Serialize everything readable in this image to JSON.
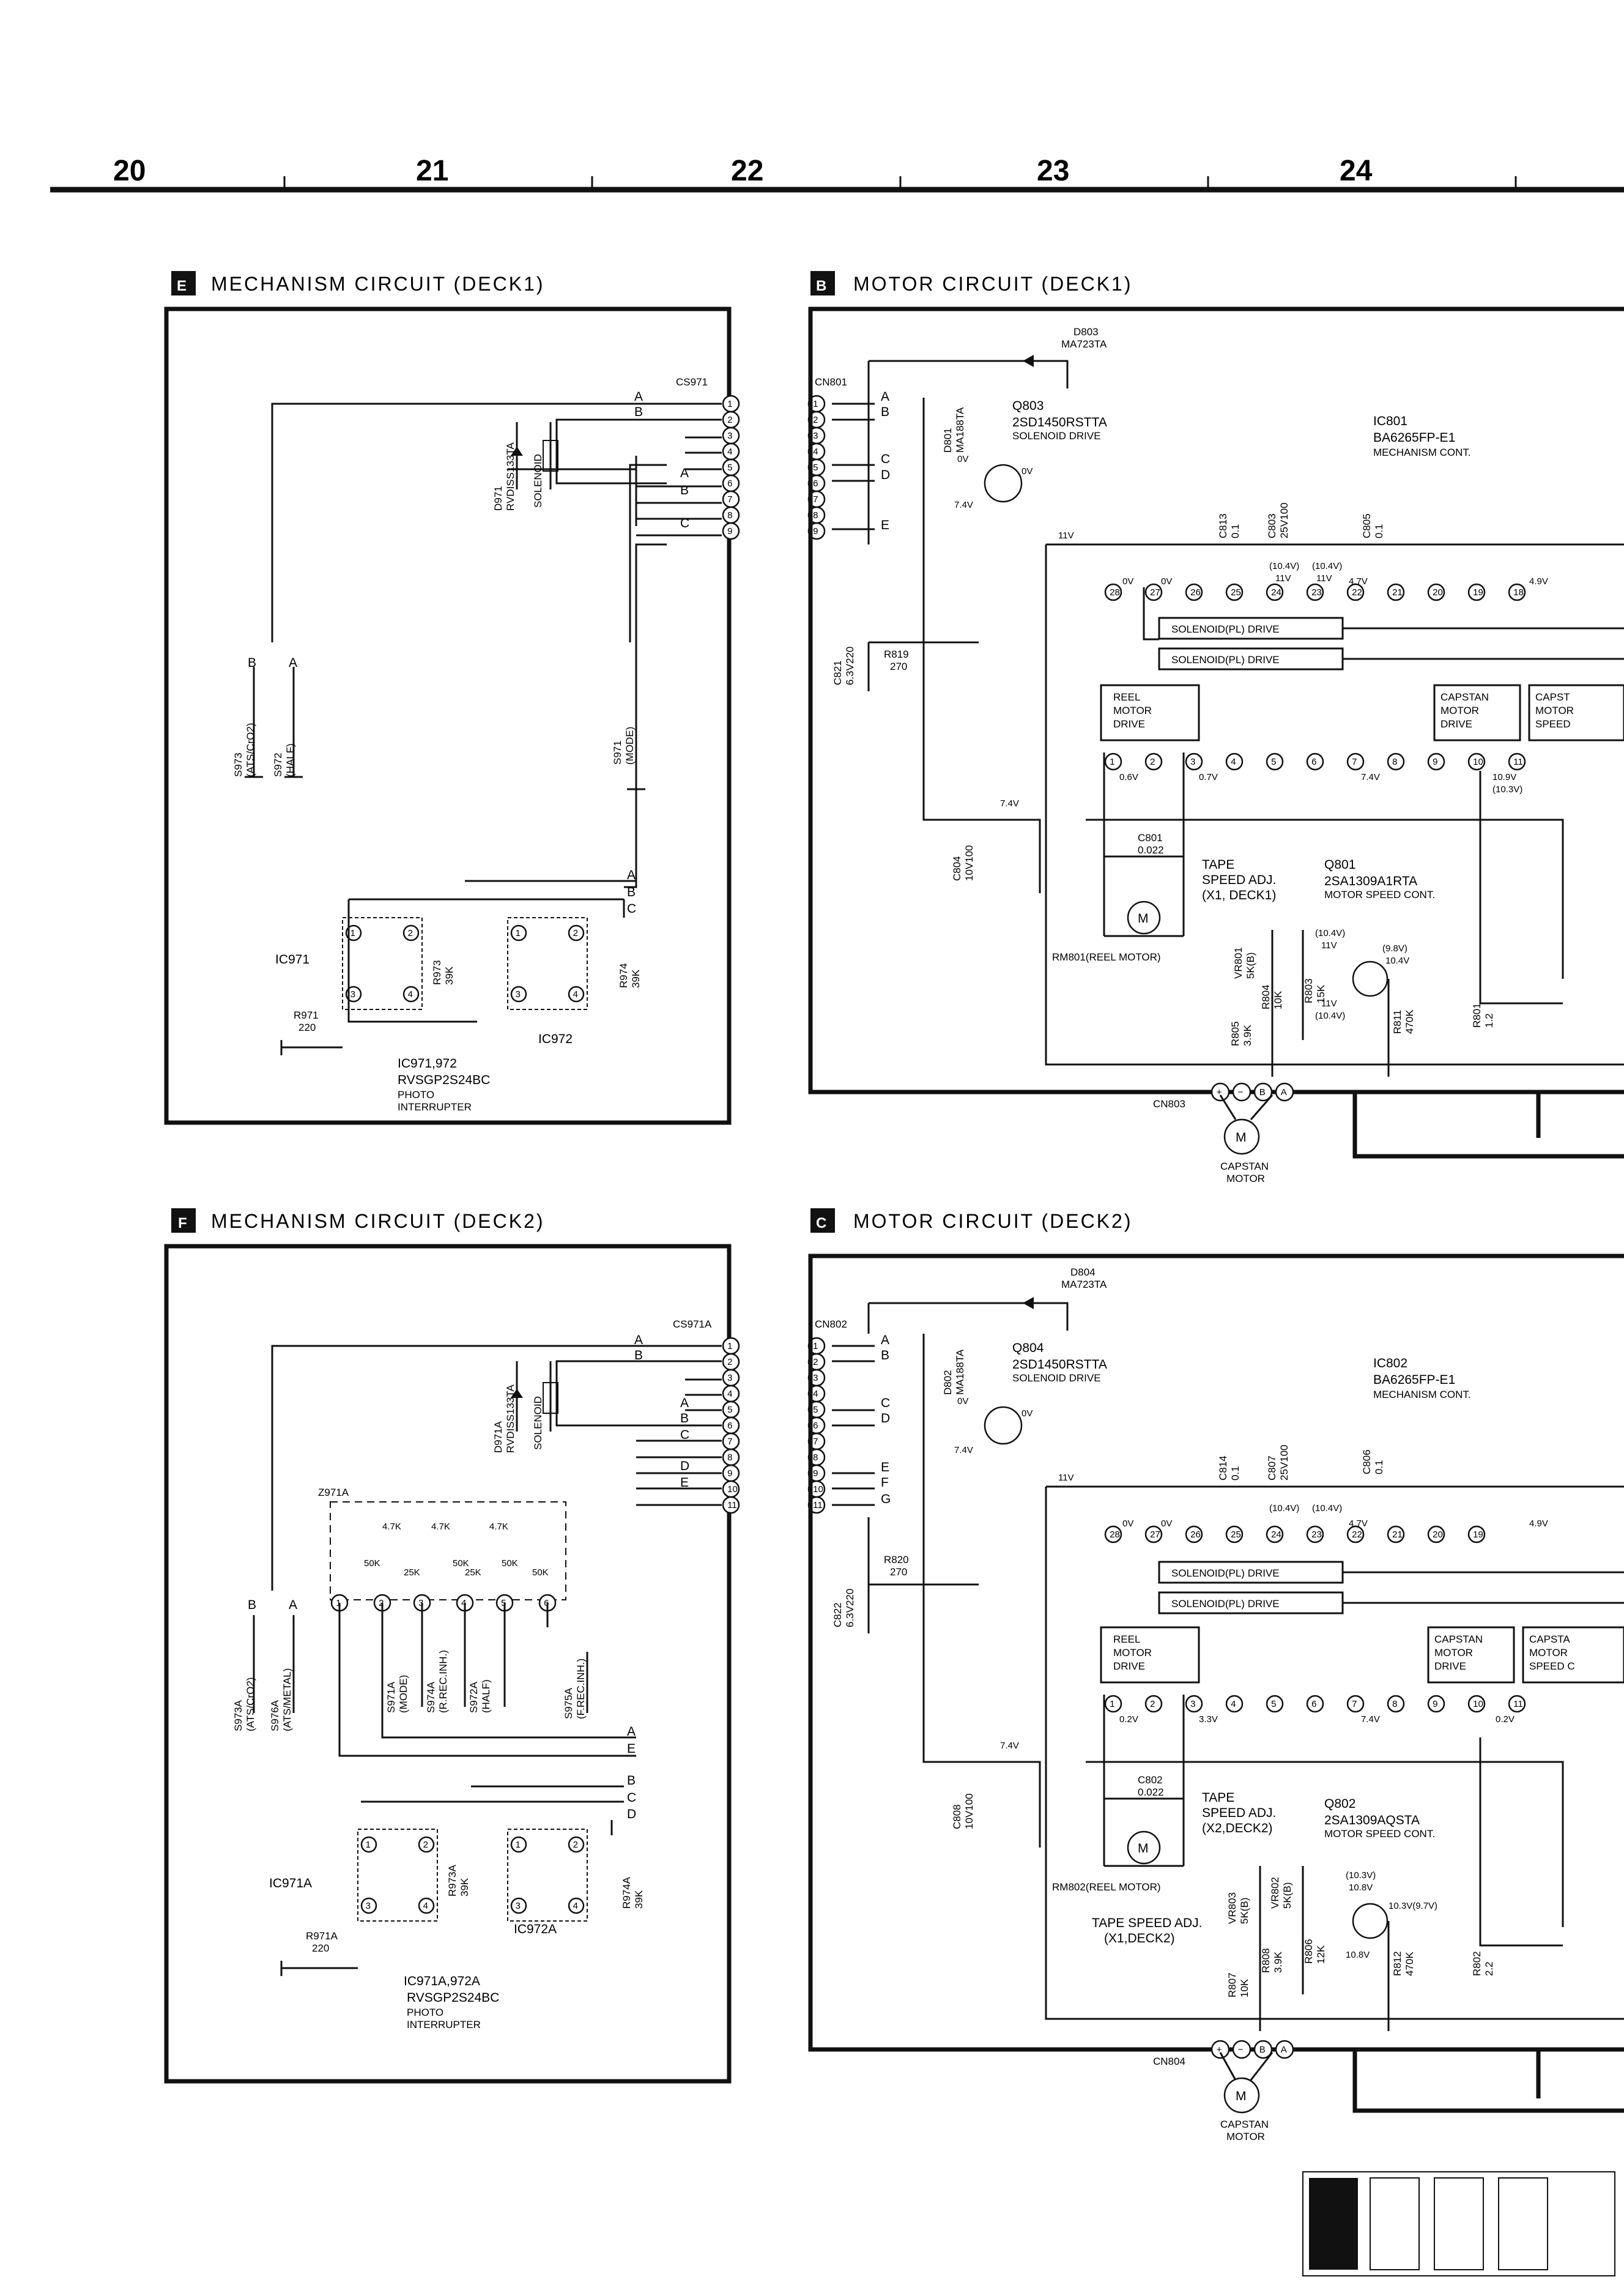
{
  "grid_numbers": [
    "20",
    "21",
    "22",
    "23",
    "24"
  ],
  "sections": {
    "E": {
      "letter": "E",
      "title": "MECHANISM CIRCUIT (DECK1)",
      "connector": "CS971",
      "diode": "D971",
      "diode_part": "RVDISS133TA",
      "solenoid": "SOLENOID",
      "switches": [
        {
          "ref": "S973",
          "func": "(ATS/CrO2)"
        },
        {
          "ref": "S972",
          "func": "(HALF)"
        },
        {
          "ref": "S971",
          "func": "(MODE)"
        }
      ],
      "ic_left": "IC971",
      "ic_right": "IC972",
      "r973": "R973",
      "r973_val": "39K",
      "r974": "R974",
      "r974_val": "39K",
      "r971": "R971",
      "r971_val": "220",
      "ic_caption": "IC971,972",
      "ic_part": "RVSGP2S24BC",
      "ic_desc1": "PHOTO",
      "ic_desc2": "INTERRUPTER"
    },
    "B": {
      "letter": "B",
      "title": "MOTOR CIRCUIT (DECK1)",
      "connector": "CN801",
      "cn_motor": "CN803",
      "d803": "D803",
      "d803_part": "MA723TA",
      "d801": "D801",
      "d801_part": "MA188TA",
      "q803": "Q803",
      "q803_part": "2SD1450RSTTA",
      "q803_desc": "SOLENOID DRIVE",
      "ic": "IC801",
      "ic_part": "BA6265FP-E1",
      "ic_desc": "MECHANISM CONT.",
      "c813": "C813",
      "c813_val": "0.1",
      "c803": "C803",
      "c803_val": "25V100",
      "c805": "C805",
      "c805_val": "0.1",
      "c821": "C821",
      "c821_val": "6.3V220",
      "r819": "R819",
      "r819_val": "270",
      "c804": "C804",
      "c804_val": "10V100",
      "c801": "C801",
      "c801_val": "0.022",
      "tape_adj1": "TAPE",
      "tape_adj2": "SPEED ADJ.",
      "tape_adj3": "(X1, DECK1)",
      "q801": "Q801",
      "q801_part": "2SA1309A1RTA",
      "q801_desc": "MOTOR SPEED CONT.",
      "reel_motor": "RM801(REEL MOTOR)",
      "vr801": "VR801",
      "vr801_val": "5K(B)",
      "r804": "R804",
      "r804_val": "10K",
      "r803": "R803",
      "r803_val": "15K",
      "r805": "R805",
      "r805_val": "3.9K",
      "r811": "R811",
      "r811_val": "470K",
      "r801": "R801",
      "r801_val": "1.2",
      "solenoid1": "SOLENOID(PL) DRIVE",
      "solenoid2": "SOLENOID(PL) DRIVE",
      "reel_drive": [
        "REEL",
        "MOTOR",
        "DRIVE"
      ],
      "capstan_drive": [
        "CAPSTAN",
        "MOTOR",
        "DRIVE"
      ],
      "capstan_speed": [
        "CAPST",
        "MOTOR",
        "SPEED"
      ],
      "capstan_motor": [
        "CAPSTAN",
        "MOTOR"
      ],
      "v_11v": "11V",
      "v_74": "7.4V",
      "v_0v": "0V",
      "v_06": "0.6V",
      "v_07": "0.7V",
      "v_109": "10.9V",
      "v_103": "(10.3V)",
      "v_104a": "(10.4V)",
      "v_104b": "(10.4V)",
      "v_47": "4.7V",
      "v_49": "4.9V",
      "v_98": "(9.8V)",
      "v_104": "10.4V",
      "v_11": "11V",
      "v_11b": "11V",
      "v_104c": "(10.4V)",
      "v_104d": "(10.4V)"
    },
    "F": {
      "letter": "F",
      "title": "MECHANISM CIRCUIT (DECK2)",
      "connector": "CS971A",
      "diode": "D971A",
      "diode_part": "RVDISS133TA",
      "solenoid": "SOLENOID",
      "z_ref": "Z971A",
      "z_values": [
        "50K",
        "4.7K",
        "25K",
        "4.7K",
        "50K",
        "25K",
        "4.7K",
        "50K",
        "50K"
      ],
      "switches": [
        {
          "ref": "S973A",
          "func": "(ATS/CrO2)"
        },
        {
          "ref": "S976A",
          "func": "(ATS/METAL)"
        },
        {
          "ref": "S971A",
          "func": "(MODE)"
        },
        {
          "ref": "S974A",
          "func": "(R.REC.INH.)"
        },
        {
          "ref": "S972A",
          "func": "(HALF)"
        },
        {
          "ref": "S975A",
          "func": "(F.REC.INH.)"
        }
      ],
      "ic_left": "IC971A",
      "ic_right": "IC972A",
      "r973": "R973A",
      "r973_val": "39K",
      "r974": "R974A",
      "r974_val": "39K",
      "r971": "R971A",
      "r971_val": "220",
      "ic_caption": "IC971A,972A",
      "ic_part": "RVSGP2S24BC",
      "ic_desc1": "PHOTO",
      "ic_desc2": "INTERRUPTER"
    },
    "C": {
      "letter": "C",
      "title": "MOTOR CIRCUIT (DECK2)",
      "connector": "CN802",
      "cn_motor": "CN804",
      "d804": "D804",
      "d804_part": "MA723TA",
      "d802": "D802",
      "d802_part": "MA188TA",
      "q804": "Q804",
      "q804_part": "2SD1450RSTTA",
      "q804_desc": "SOLENOID DRIVE",
      "ic": "IC802",
      "ic_part": "BA6265FP-E1",
      "ic_desc": "MECHANISM CONT.",
      "c814": "C814",
      "c814_val": "0.1",
      "c807": "C807",
      "c807_val": "25V100",
      "c806": "C806",
      "c806_val": "0.1",
      "c822": "C822",
      "c822_val": "6.3V220",
      "r820": "R820",
      "r820_val": "270",
      "c808": "C808",
      "c808_val": "10V100",
      "c802": "C802",
      "c802_val": "0.022",
      "tape_adj1": "TAPE",
      "tape_adj2": "SPEED ADJ.",
      "tape_adj3": "(X2,DECK2)",
      "tape_adj4": "TAPE SPEED ADJ.",
      "tape_adj5": "(X1,DECK2)",
      "q802": "Q802",
      "q802_part": "2SA1309AQSTA",
      "q802_desc": "MOTOR SPEED CONT.",
      "reel_motor": "RM802(REEL MOTOR)",
      "vr803": "VR803",
      "vr803_val": "5K(B)",
      "vr802": "VR802",
      "vr802_val": "5K(B)",
      "r807": "R807",
      "r807_val": "10K",
      "r808": "R808",
      "r808_val": "3.9K",
      "r806": "R806",
      "r806_val": "12K",
      "r812": "R812",
      "r812_val": "470K",
      "r802": "R802",
      "r802_val": "2.2",
      "solenoid1": "SOLENOID(PL) DRIVE",
      "solenoid2": "SOLENOID(PL) DRIVE",
      "reel_drive": [
        "REEL",
        "MOTOR",
        "DRIVE"
      ],
      "capstan_drive": [
        "CAPSTAN",
        "MOTOR",
        "DRIVE"
      ],
      "capstan_speed": [
        "CAPSTA",
        "MOTOR",
        "SPEED C"
      ],
      "capstan_motor": [
        "CAPSTAN",
        "MOTOR"
      ],
      "v_11v": "11V",
      "v_74": "7.4V",
      "v_0v": "0V",
      "v_02": "0.2V",
      "v_33": "3.3V",
      "v_02b": "0.2V",
      "v_47": "4.7V",
      "v_49": "4.9V",
      "v_103": "(10.3V)",
      "v_108": "10.8V",
      "v_103b": "10.3V(9.7V)",
      "v_108b": "10.8V",
      "v_104a": "(10.4V)",
      "v_104b": "(10.4V)"
    }
  },
  "pins": {
    "cs_e": [
      "1",
      "2",
      "3",
      "4",
      "5",
      "6",
      "7",
      "8",
      "9"
    ],
    "cs_f": [
      "1",
      "2",
      "3",
      "4",
      "5",
      "6",
      "7",
      "8",
      "9",
      "10",
      "11"
    ],
    "ic_top_b": [
      "28",
      "27",
      "26",
      "25",
      "24",
      "23",
      "22",
      "21",
      "20",
      "19",
      "18"
    ],
    "ic_bot": [
      "1",
      "2",
      "3",
      "4",
      "5",
      "6",
      "7",
      "8",
      "9",
      "10",
      "11"
    ],
    "ic_top_c": [
      "28",
      "27",
      "26",
      "25",
      "24",
      "23",
      "22",
      "21",
      "20",
      "19"
    ],
    "photo": [
      "1",
      "2",
      "3",
      "4"
    ],
    "z_pins": [
      "1",
      "2",
      "3",
      "4",
      "5",
      "6"
    ],
    "motor_pins": [
      "+",
      "−",
      "B",
      "A"
    ]
  },
  "line_letters": {
    "a": "A",
    "b": "B",
    "c": "C",
    "d": "D",
    "e": "E",
    "f": "F",
    "g": "G"
  },
  "motor_symbol": "M"
}
